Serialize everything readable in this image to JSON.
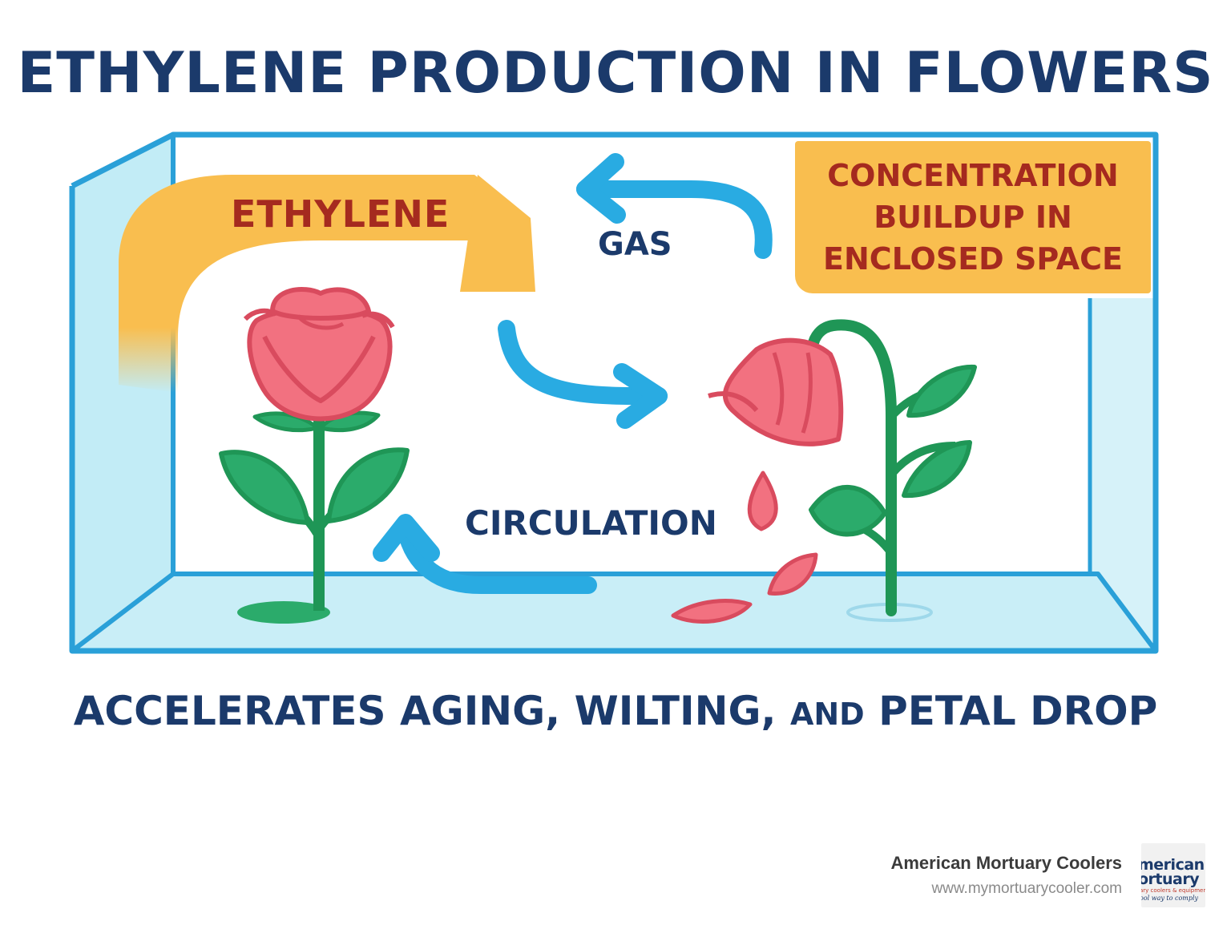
{
  "title": "ETHYLENE PRODUCTION IN FLOWERS",
  "labels": {
    "ethylene": "ETHYLENE",
    "gas": "GAS",
    "circulation": "CIRCULATION",
    "concentration": "CONCENTRATION\nBUILDUP IN\nENCLOSED SPACE"
  },
  "caption": {
    "part1": "ACCELERATES AGING, WILTING,",
    "part2": "AND",
    "part3": "PETAL DROP"
  },
  "brand": {
    "name": "American Mortuary Coolers",
    "url": "www.mymortuarycooler.com",
    "logo_line1": "merican",
    "logo_line2": "ortuary",
    "logo_line3": "ary coolers & equipment",
    "logo_line4": "ool way to comply"
  },
  "colors": {
    "navy": "#1b3a6b",
    "arrow_blue": "#29abe2",
    "orange": "#f9be4f",
    "dark_red": "#a52a1f",
    "rose": "#f27180",
    "leaf_green": "#2bab6b",
    "box_blue": "#2aa0d8"
  }
}
